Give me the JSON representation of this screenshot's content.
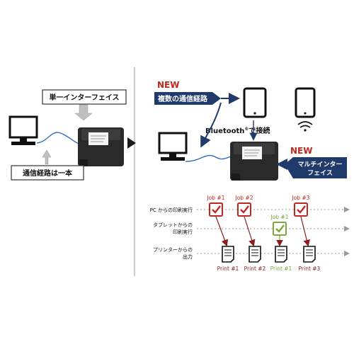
{
  "colors": {
    "navy": "#1f3a6b",
    "red": "#c0271f",
    "green": "#7aa83a",
    "dark_red": "#8a1d1d",
    "gray_arrow": "#bfbfbf",
    "dotted": "#9a9a9a",
    "printer": "#2a2a2a",
    "cable": "#2f6fb8"
  },
  "left": {
    "single_interface_label": "単一インターフェイス",
    "single_path_label": "通信経路は一本"
  },
  "right": {
    "new_badge_1": "NEW",
    "multi_path_label": "複数の通信経路",
    "bluetooth_brand": "Bluetooth",
    "registered_mark": "®",
    "bluetooth_suffix": "で接続",
    "new_badge_2": "NEW",
    "multi_interface_line1": "マルチインター",
    "multi_interface_line2": "フェイス"
  },
  "timeline": {
    "rows": [
      {
        "label_line1": "PC からの印刷実行",
        "label_line2": ""
      },
      {
        "label_line1": "タブレットからの",
        "label_line2": "印刷実行"
      },
      {
        "label_line1": "プリンターからの",
        "label_line2": "出力"
      }
    ],
    "jobs": [
      {
        "label": "Job #1",
        "row": 0,
        "color_key": "red"
      },
      {
        "label": "Job #2",
        "row": 0,
        "color_key": "red"
      },
      {
        "label": "Job #1",
        "row": 1,
        "color_key": "green"
      },
      {
        "label": "Job #3",
        "row": 0,
        "color_key": "red"
      }
    ],
    "prints": [
      {
        "label": "Print #1",
        "color_key": "dark_red"
      },
      {
        "label": "Print #2",
        "color_key": "dark_red"
      },
      {
        "label": "Print #1",
        "color_key": "green"
      },
      {
        "label": "Print #3",
        "color_key": "dark_red"
      }
    ]
  },
  "icons": [
    "monitor-icon",
    "printer-icon",
    "tablet-icon",
    "smartphone-icon",
    "wifi-icon",
    "checkbox-icon",
    "receipt-icon"
  ]
}
